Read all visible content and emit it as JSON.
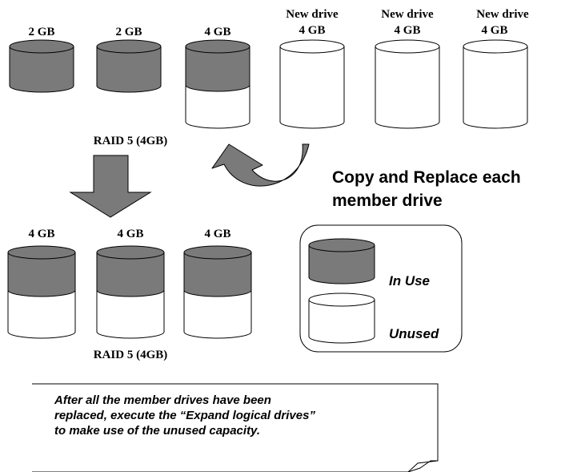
{
  "top_row": {
    "drives": [
      {
        "capacity": "2 GB",
        "state": "in-use-full"
      },
      {
        "capacity": "2 GB",
        "state": "in-use-full"
      },
      {
        "capacity": "4 GB",
        "state": "half"
      },
      {
        "header": "New drive",
        "capacity": "4 GB",
        "state": "unused"
      },
      {
        "header": "New drive",
        "capacity": "4 GB",
        "state": "unused"
      },
      {
        "header": "New drive",
        "capacity": "4 GB",
        "state": "unused"
      }
    ],
    "array_label": "RAID 5 (4GB)"
  },
  "bottom_row": {
    "drives": [
      {
        "capacity": "4 GB",
        "state": "half"
      },
      {
        "capacity": "4 GB",
        "state": "half"
      },
      {
        "capacity": "4 GB",
        "state": "half"
      }
    ],
    "array_label": "RAID 5 (4GB)"
  },
  "copy_replace": {
    "line1": "Copy and Replace each",
    "line2": "member drive"
  },
  "legend": {
    "in_use": "In Use",
    "unused": "Unused"
  },
  "note": {
    "line1": "After all the member drives have been",
    "line2": "replaced, execute the “Expand logical drives”",
    "line3": "to make use of the unused capacity."
  },
  "colors": {
    "in_use": "#7a7a7a",
    "unused": "#ffffff",
    "arrow": "#7a7a7a",
    "stroke": "#000000"
  }
}
